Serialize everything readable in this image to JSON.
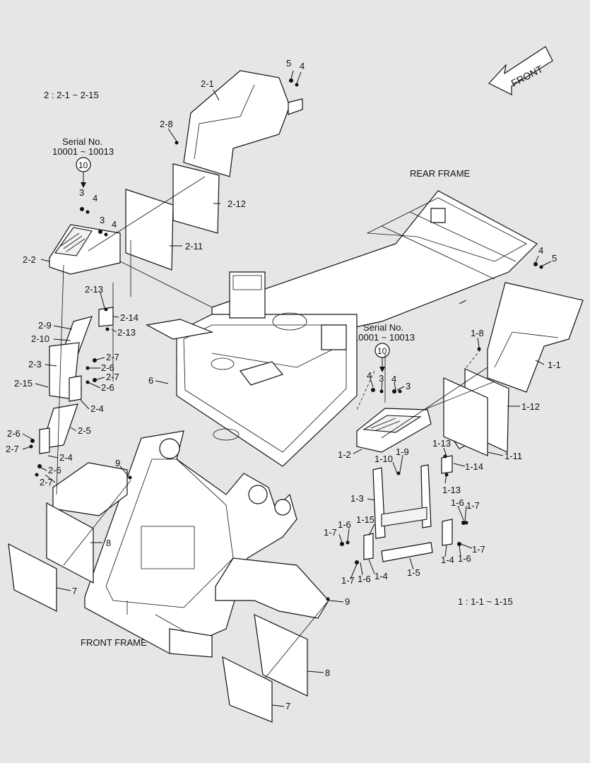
{
  "headers": {
    "group2_range": "2 : 2-1 ~ 2-15",
    "group1_range": "1 : 1-1 ~ 1-15",
    "rear_frame": "REAR FRAME",
    "front_frame": "FRONT FRAME",
    "front_arrow": "FRONT"
  },
  "serial_top": {
    "line1": "Serial No.",
    "line2": "10001 ~ 10013",
    "ref": "10"
  },
  "serial_right": {
    "line1": "Serial No.",
    "line2": "10001 ~ 10013",
    "ref": "10"
  },
  "callouts": {
    "c2_1": "2-1",
    "c5a": "5",
    "c4a": "4",
    "c2_8": "2-8",
    "c3a": "3",
    "c4b": "4",
    "c3b": "3",
    "c4c": "4",
    "c2_12": "2-12",
    "c2_11": "2-11",
    "c2_2": "2-2",
    "c2_13a": "2-13",
    "c2_14": "2-14",
    "c2_13b": "2-13",
    "c2_9": "2-9",
    "c2_10": "2-10",
    "c2_3": "2-3",
    "c2_7a": "2-7",
    "c2_6a": "2-6",
    "c2_7b": "2-7",
    "c2_6b": "2-6",
    "c2_15": "2-15",
    "c2_4a": "2-4",
    "c2_5": "2-5",
    "c2_6c": "2-6",
    "c2_7c": "2-7",
    "c2_4b": "2-4",
    "c2_6d": "2-6",
    "c2_7d": "2-7",
    "c6": "6",
    "c9a": "9",
    "c8a": "8",
    "c7a": "7",
    "c4d": "4",
    "c5b": "5",
    "c1_8": "1-8",
    "c1_1": "1-1",
    "c4e": "4",
    "c3c": "3",
    "c4f": "4",
    "c3d": "3",
    "c1_12": "1-12",
    "c1_2": "1-2",
    "c1_11": "1-11",
    "c1_10": "1-10",
    "c1_9": "1-9",
    "c1_13a": "1-13",
    "c1_14": "1-14",
    "c1_13b": "1-13",
    "c1_3": "1-3",
    "c1_15": "1-15",
    "c1_6a": "1-6",
    "c1_7a": "1-7",
    "c1_7b": "1-7",
    "c1_6b": "1-6",
    "c1_7c": "1-7",
    "c1_6c": "1-6",
    "c1_4a": "1-4",
    "c1_5": "1-5",
    "c1_4b": "1-4",
    "c1_6d": "1-6",
    "c1_7d": "1-7",
    "c9b": "9",
    "c8b": "8",
    "c7b": "7"
  }
}
